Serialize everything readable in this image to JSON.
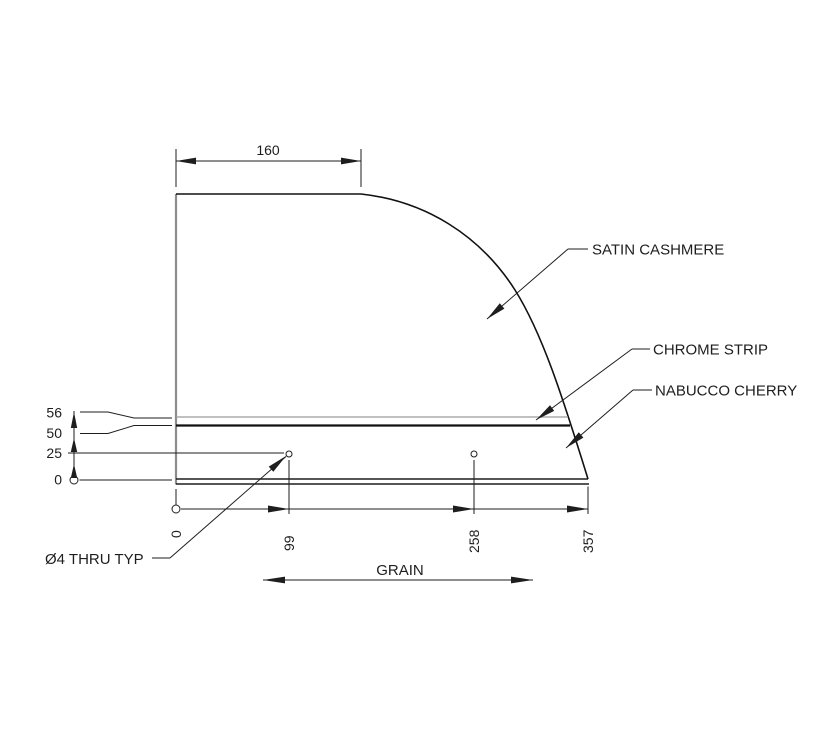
{
  "drawing": {
    "dims": {
      "top_width": "160"
    },
    "left_ordinates": {
      "v56": "56",
      "v50": "50",
      "v25": "25",
      "v0": "0"
    },
    "bottom_ordinates": {
      "s0": "0",
      "s99": "99",
      "s258": "258",
      "s357": "357"
    },
    "callouts": {
      "satin": "SATIN CASHMERE",
      "chrome": "CHROME STRIP",
      "cherry": "NABUCCO CHERRY",
      "hole_note": "Ø4 THRU TYP",
      "grain": "GRAIN"
    },
    "colors": {
      "line": "#1e1e1e",
      "outline": "#111111",
      "edge_gray": "#8c8c8c",
      "background": "#ffffff"
    }
  }
}
